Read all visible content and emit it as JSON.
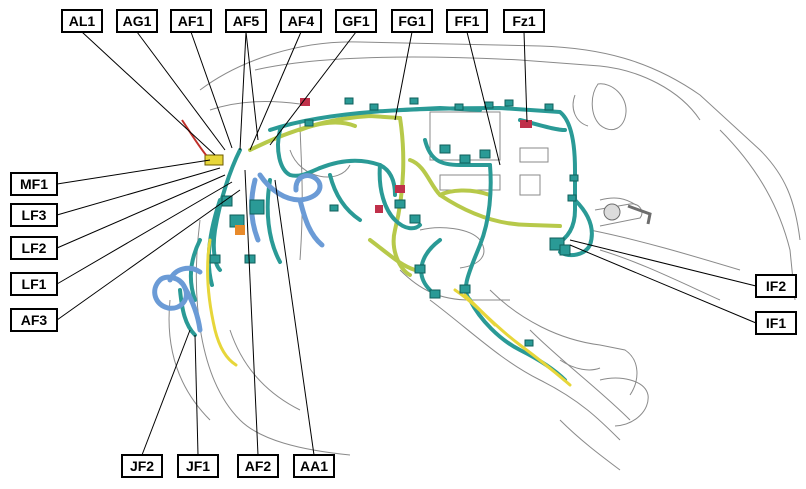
{
  "labels": {
    "AL1": "AL1",
    "AG1": "AG1",
    "AF1": "AF1",
    "AF5": "AF5",
    "AF4": "AF4",
    "GF1": "GF1",
    "FG1": "FG1",
    "FF1": "FF1",
    "Fz1": "Fz1",
    "MF1": "MF1",
    "LF3": "LF3",
    "LF2": "LF2",
    "LF1": "LF1",
    "AF3": "AF3",
    "IF2": "IF2",
    "IF1": "IF1",
    "JF2": "JF2",
    "JF1": "JF1",
    "AF2": "AF2",
    "AA1": "AA1"
  },
  "colors": {
    "harness_main": "#2a9a96",
    "harness_secondary": "#b7c94a",
    "harness_airbag": "#6b9bd6",
    "harness_yellow": "#e7d63a",
    "connector_red": "#c0304a",
    "outline": "#8a8a8a"
  }
}
